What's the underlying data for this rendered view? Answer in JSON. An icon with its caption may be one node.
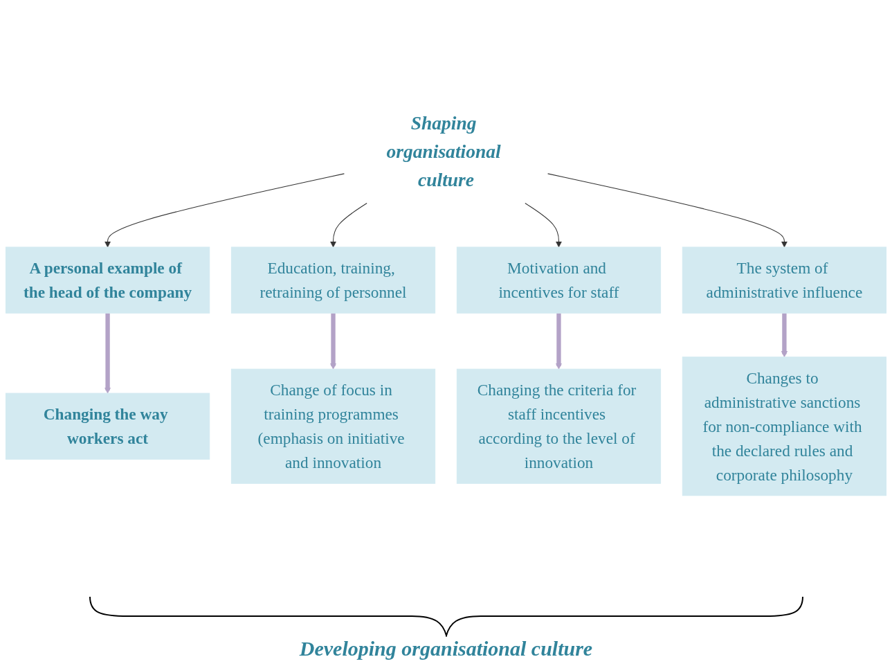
{
  "diagram": {
    "nodes": [
      {
        "text": [
          "Shaping organisational culture"
        ]
      },
      {
        "text": [
          "A personal example of the head of the company"
        ]
      },
      {
        "text": [
          "Education, training, retraining of personnel"
        ]
      },
      {
        "text": [
          "Motivation and incentives for staff"
        ]
      },
      {
        "text": [
          "The system of administrative influence"
        ]
      },
      {
        "text": [
          "Changing the way workers act"
        ]
      },
      {
        "text": [
          "Change of focus in training programmes (emphasis on initiative and innovation"
        ]
      },
      {
        "text": [
          "Changing the criteria for staff incentives according to the level of innovation"
        ]
      },
      {
        "text": [
          "Changes to administrative sanctions for non-compliance with the declared rules and corporate philosophy"
        ]
      }
    ],
    "edges": [
      {
        "from": 0,
        "to": 1,
        "arrow": "to"
      },
      {
        "from": 0,
        "to": 2,
        "arrow": "to"
      },
      {
        "from": 0,
        "to": 3,
        "arrow": "to"
      },
      {
        "from": 0,
        "to": 4,
        "arrow": "to"
      },
      {
        "from": 1,
        "to": 5,
        "arrow": "to",
        "style": "thick",
        "color": "#b3a2c7"
      },
      {
        "from": 2,
        "to": 6,
        "arrow": "to",
        "style": "thick",
        "color": "#b3a2c7"
      },
      {
        "from": 3,
        "to": 7,
        "arrow": "to",
        "style": "thick",
        "color": "#b3a2c7"
      },
      {
        "from": 4,
        "to": 8,
        "arrow": "to",
        "style": "thick",
        "color": "#b3a2c7"
      }
    ],
    "caption": "Developing organisational culture"
  }
}
